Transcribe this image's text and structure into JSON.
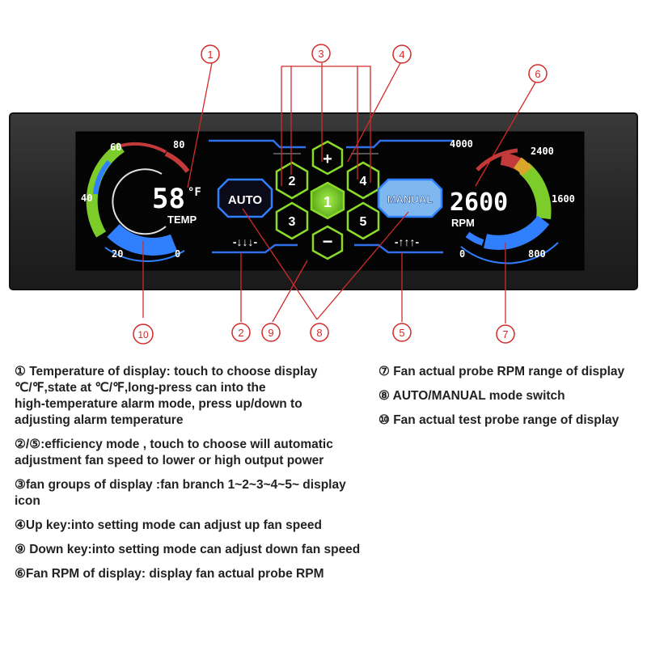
{
  "panel": {
    "temperature": {
      "value": "58",
      "unit": "°F",
      "label": "TEMP",
      "scale_ticks": [
        "60",
        "80",
        "40",
        "20",
        "0"
      ]
    },
    "rpm": {
      "value": "2600",
      "label": "RPM",
      "scale_ticks": [
        "4000",
        "2400",
        "1600",
        "800",
        "0"
      ]
    },
    "buttons": {
      "auto": "AUTO",
      "manual": "MANUAL",
      "up": "+",
      "down": "−",
      "fan_groups": [
        "2",
        "4",
        "1",
        "3",
        "5"
      ]
    },
    "efficiency_icons": {
      "low": "-↓↓↓-",
      "high": "-↑↑↑-"
    }
  },
  "callouts": [
    "1",
    "2",
    "3",
    "4",
    "5",
    "6",
    "7",
    "8",
    "9",
    "10"
  ],
  "descriptions": {
    "left": [
      {
        "id": "d1",
        "lines": [
          "① Temperature of display: touch to choose display",
          "℃/℉,state at ℃/℉,long-press can into the",
          "high-temperature alarm mode, press up/down to",
          "adjusting alarm temperature"
        ]
      },
      {
        "id": "d2",
        "lines": [
          "②/⑤:efficiency mode , touch to choose will automatic",
          "adjustment fan speed to lower or high output power"
        ]
      },
      {
        "id": "d3",
        "lines": [
          "③fan groups of display :fan branch 1~2~3~4~5~ display",
          "icon"
        ]
      },
      {
        "id": "d4",
        "lines": [
          "④Up key:into setting mode can adjust up fan speed"
        ]
      },
      {
        "id": "d9",
        "lines": [
          "⑨ Down key:into setting mode can adjust down fan speed"
        ]
      },
      {
        "id": "d6",
        "lines": [
          "⑥Fan RPM of display: display fan actual probe RPM"
        ]
      }
    ],
    "right": [
      {
        "id": "d7",
        "lines": [
          "⑦ Fan actual probe RPM range of display"
        ]
      },
      {
        "id": "d8",
        "lines": [
          "⑧ AUTO/MANUAL mode switch"
        ]
      },
      {
        "id": "d10",
        "lines": [
          "⑩ Fan actual test probe range of display"
        ]
      }
    ]
  },
  "colors": {
    "bezel": "#2b2b2b",
    "screen": "#050505",
    "accent_blue": "#2f7fff",
    "accent_green": "#8bdc2a",
    "accent_red": "#c23a3a",
    "callout_red": "#d42a2a"
  }
}
